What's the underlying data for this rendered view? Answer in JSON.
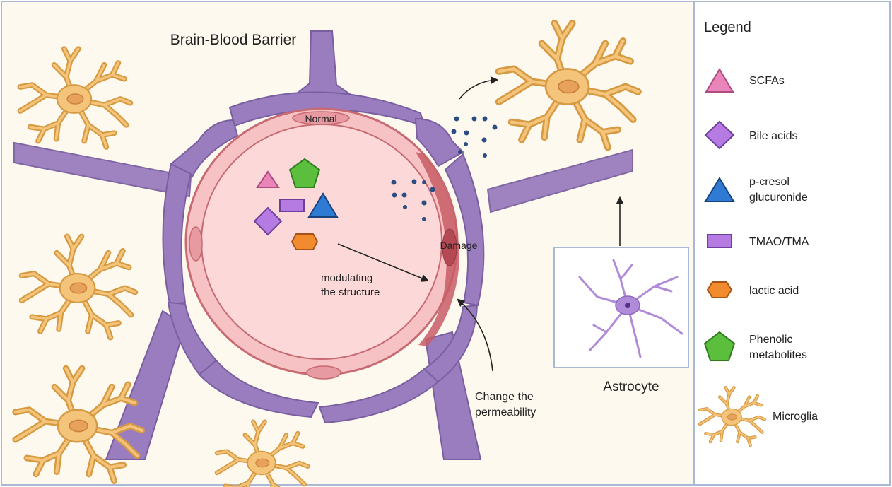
{
  "title": "Brain-Blood Barrier",
  "vessel": {
    "normal_label": "Normal",
    "damage_label": "Damage",
    "modulating_label_line1": "modulating",
    "modulating_label_line2": "the structure",
    "permeability_label_line1": "Change the",
    "permeability_label_line2": "permeability"
  },
  "astrocyte_label": "Astrocyte",
  "legend": {
    "heading": "Legend",
    "items": [
      {
        "label_lines": [
          "SCFAs"
        ],
        "shape": "triangle",
        "color": "#E985B8"
      },
      {
        "label_lines": [
          "Bile acids"
        ],
        "shape": "diamond",
        "color": "#B57BE3"
      },
      {
        "label_lines": [
          "p-cresol",
          "glucuronide"
        ],
        "shape": "triangle",
        "color": "#2F7BD4"
      },
      {
        "label_lines": [
          "TMAO/TMA"
        ],
        "shape": "rectangle",
        "color": "#B57BE3"
      },
      {
        "label_lines": [
          "lactic acid"
        ],
        "shape": "hexagon",
        "color": "#F28A2E"
      },
      {
        "label_lines": [
          "Phenolic",
          "metabolites"
        ],
        "shape": "pentagon",
        "color": "#5BBE3C"
      },
      {
        "label_lines": [
          "Microglia"
        ],
        "shape": "microglia-cell",
        "color": "#F4C47A"
      }
    ]
  },
  "colors": {
    "background": "#FEF9EE",
    "panel_border": "#A9B8D4",
    "endfoot_purple": "#9A7DBF",
    "endfoot_stroke": "#7A5FA0",
    "vessel_pink": "#F6C2C4",
    "vessel_stroke": "#C76A72",
    "lumen": "#FDD8D8",
    "damage_red": "#C85C65",
    "microglia_fill": "#F4C47A",
    "microglia_stroke": "#D69A43",
    "astrocyte_purple": "#B08BD8",
    "particle_blue": "#2C4D82"
  }
}
